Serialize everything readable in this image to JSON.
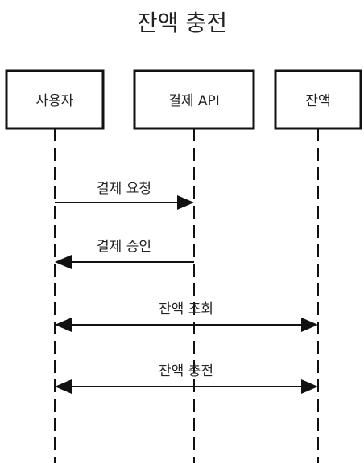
{
  "diagram": {
    "title": "잔액 충전",
    "participants": [
      {
        "id": "user",
        "label": "사용자"
      },
      {
        "id": "payment_api",
        "label": "결제 API"
      },
      {
        "id": "balance",
        "label": "잔액"
      }
    ],
    "messages": [
      {
        "from": "user",
        "to": "payment_api",
        "label": "결제 요청",
        "direction": "forward"
      },
      {
        "from": "payment_api",
        "to": "user",
        "label": "결제 승인",
        "direction": "forward"
      },
      {
        "from": "user",
        "to": "balance",
        "label": "잔액 조회",
        "direction": "both"
      },
      {
        "from": "user",
        "to": "balance",
        "label": "잔액 충전",
        "direction": "both"
      }
    ]
  }
}
